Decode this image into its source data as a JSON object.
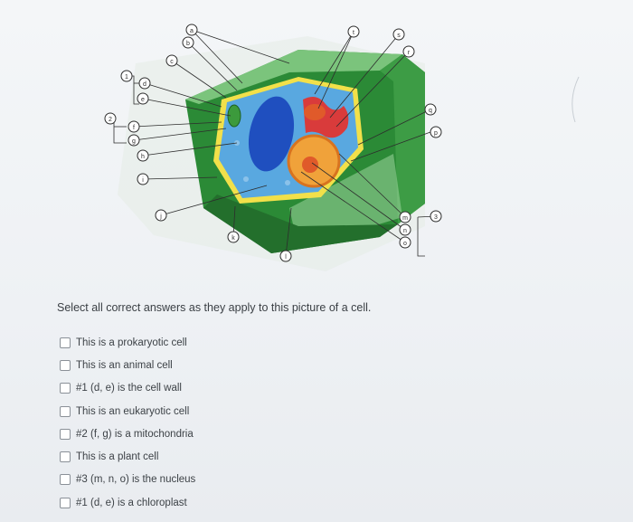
{
  "question": "Select all correct answers as they apply to this picture of a cell.",
  "options": [
    {
      "label": "This is a prokaryotic cell",
      "checked": false
    },
    {
      "label": "This is an animal cell",
      "checked": false
    },
    {
      "label": "#1 (d, e) is the cell wall",
      "checked": false
    },
    {
      "label": "This is an eukaryotic cell",
      "checked": false
    },
    {
      "label": "#2 (f, g) is a mitochondria",
      "checked": false
    },
    {
      "label": "This is a plant cell",
      "checked": false
    },
    {
      "label": "#3 (m, n, o) is the nucleus",
      "checked": false
    },
    {
      "label": "#1 (d, e) is a chloroplast",
      "checked": false
    }
  ],
  "diagram": {
    "labels": [
      "a",
      "b",
      "c",
      "d",
      "e",
      "f",
      "g",
      "h",
      "i",
      "j",
      "k",
      "l",
      "m",
      "n",
      "o",
      "p",
      "q",
      "r",
      "s",
      "t"
    ],
    "group_numbers": [
      "1",
      "2",
      "3"
    ],
    "colors": {
      "cell_wall": "#2f8f3a",
      "cell_wall_light": "#7cc47e",
      "membrane": "#f2e04a",
      "cytoplasm": "#59a8e0",
      "vacuole": "#1f4fbf",
      "nucleus": "#f0a23a",
      "nucleolus": "#e05a2a",
      "er": "#d93b3b"
    }
  }
}
